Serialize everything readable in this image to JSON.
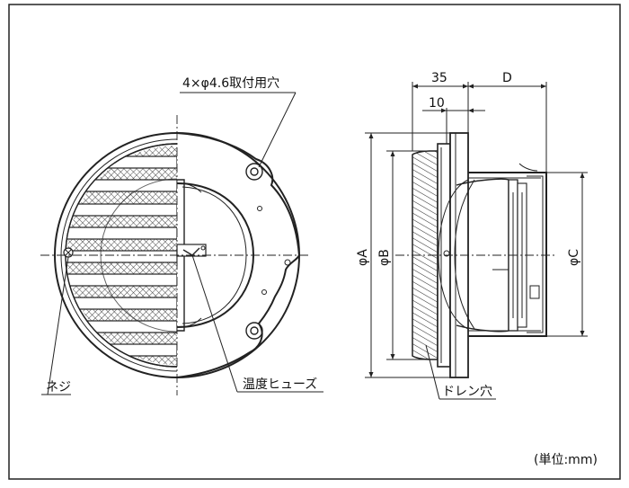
{
  "labels": {
    "mounting_holes": "4×φ4.6取付用穴",
    "screw": "ネジ",
    "thermal_fuse": "温度ヒューズ",
    "drain_hole": "ドレン穴",
    "unit": "(単位:mm)"
  },
  "dimensions": {
    "depth_35": "35",
    "depth_10": "10",
    "depth_d": "D",
    "dia_a": "φA",
    "dia_b": "φB",
    "dia_c": "φC"
  }
}
